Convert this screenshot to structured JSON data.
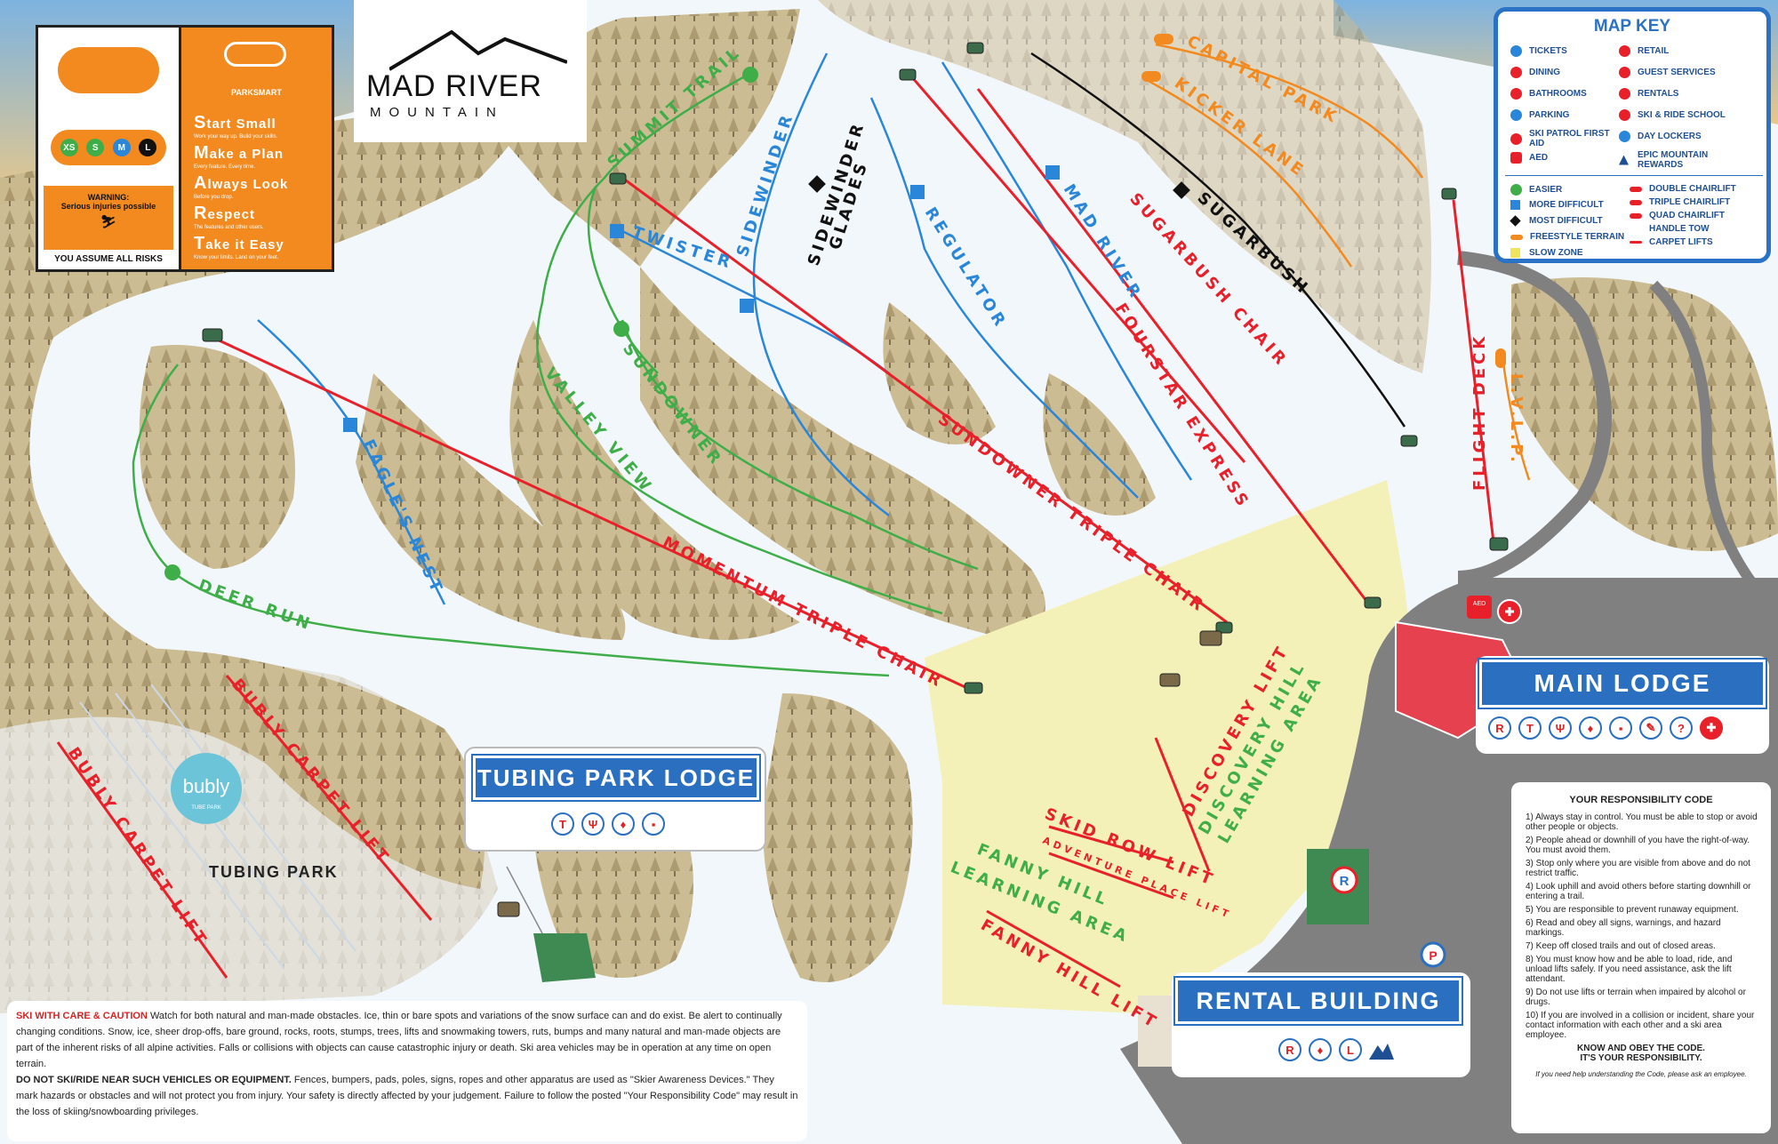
{
  "brand": {
    "name": "MAD RIVER",
    "sub": "MOUNTAIN"
  },
  "park_smart": {
    "badge": "PARKSMART",
    "sizes": [
      "XS",
      "S",
      "M",
      "L"
    ],
    "warning_title": "WARNING:",
    "warning_text": "Serious injuries possible",
    "assume": "YOU ASSUME ALL RISKS",
    "steps": [
      {
        "head": "S",
        "rest": "tart Small",
        "sub": "Work your way up. Build your skills."
      },
      {
        "head": "M",
        "rest": "ake a Plan",
        "sub": "Every feature. Every time."
      },
      {
        "head": "A",
        "rest": "lways Look",
        "sub": "Before you drop."
      },
      {
        "head": "R",
        "rest": "espect",
        "sub": "The features and other users."
      },
      {
        "head": "T",
        "rest": "ake it Easy",
        "sub": "Know your limits. Land on your feet."
      }
    ]
  },
  "map_key": {
    "title": "MAP KEY",
    "amenities_left": [
      "TICKETS",
      "DINING",
      "BATHROOMS",
      "PARKING",
      "SKI PATROL FIRST AID",
      "AED"
    ],
    "amenities_right": [
      "RETAIL",
      "GUEST SERVICES",
      "RENTALS",
      "SKI & RIDE SCHOOL",
      "DAY LOCKERS",
      "EPIC MOUNTAIN REWARDS"
    ],
    "difficulty": [
      "EASIER",
      "MORE DIFFICULT",
      "MOST DIFFICULT",
      "FREESTYLE TERRAIN",
      "SLOW ZONE"
    ],
    "lifts": [
      "DOUBLE CHAIRLIFT",
      "TRIPLE CHAIRLIFT",
      "QUAD CHAIRLIFT",
      "HANDLE TOW",
      "CARPET LIFTS"
    ],
    "colors": {
      "easier": "#3fae49",
      "more": "#2a86d8",
      "most": "#111111",
      "freestyle": "#f28a1f",
      "slow": "#f0e45a",
      "lift": "#e8202a"
    }
  },
  "trails": {
    "summit_trail": "SUMMIT TRAIL",
    "twister": "TWISTER",
    "sidewinder": "SIDEWINDER",
    "sidewinder_glades_1": "SIDEWINDER",
    "sidewinder_glades_2": "GLADES",
    "regulator": "REGULATOR",
    "mad_river": "MAD RIVER",
    "sugarbush": "SUGARBUSH",
    "capital_park": "CAPITAL PARK",
    "kicker_lane": "KICKER LANE",
    "lvlp": "L.V.L.P.",
    "eagles_nest": "EAGLE'S NEST",
    "valley_view": "VALLEY VIEW",
    "sundowner": "SUNDOWNER",
    "deer_run": "DEER RUN"
  },
  "lifts": {
    "sugarbush_chair": "SUGARBUSH CHAIR",
    "fourstar": "FOURSTAR EXPRESS",
    "sundowner_triple": "SUNDOWNER TRIPLE CHAIR",
    "momentum": "MOMENTUM TRIPLE CHAIR",
    "flight_deck": "FLIGHT DECK",
    "discovery": "DISCOVERY LIFT",
    "skid_row": "SKID ROW LIFT",
    "adventure": "ADVENTURE PLACE LIFT",
    "fanny_hill": "FANNY HILL LIFT",
    "bubly_1": "BUBLY CARPET LIFT",
    "bubly_2": "BUBLY CARPET LIFT"
  },
  "areas": {
    "discovery_1": "DISCOVERY HILL",
    "discovery_2": "LEARNING AREA",
    "fanny_1": "FANNY HILL",
    "fanny_2": "LEARNING AREA",
    "tubing_park": "TUBING PARK",
    "bubly_logo": "bubly",
    "bubly_sub": "TUBE PARK"
  },
  "lodges": {
    "main": "MAIN LODGE",
    "tubing": "TUBING PARK LODGE",
    "rental": "RENTAL BUILDING",
    "main_amen": [
      "R",
      "T",
      "Ψ",
      "♦",
      "▪",
      "✎",
      "?",
      "✚"
    ],
    "tubing_amen": [
      "T",
      "Ψ",
      "♦",
      "▪"
    ],
    "rental_amen": [
      "R",
      "♦",
      "L"
    ],
    "rental_bldg": "R",
    "parking": "P",
    "aed": "AED"
  },
  "responsibility": {
    "title": "YOUR RESPONSIBILITY CODE",
    "items": [
      "1) Always stay in control. You must be able to stop or avoid other people or objects.",
      "2) People ahead or downhill of you have the right-of-way. You must avoid them.",
      "3) Stop only where you are visible from above and do not restrict traffic.",
      "4) Look uphill and avoid others before starting downhill or entering a trail.",
      "5) You are responsible to prevent runaway equipment.",
      "6) Read and obey all signs, warnings, and hazard markings.",
      "7) Keep off closed trails and out of closed areas.",
      "8) You must know how and be able to load, ride, and unload lifts safely. If you need assistance, ask the lift attendant.",
      "9) Do not use lifts or terrain when impaired by alcohol or drugs.",
      "10) If you are involved in a collision or incident, share your contact information with each other and a ski area employee."
    ],
    "footer_1": "KNOW AND OBEY THE CODE.",
    "footer_2": "IT'S YOUR RESPONSIBILITY.",
    "help": "If you need help understanding the Code, please ask an employee."
  },
  "caution": {
    "head": "SKI WITH CARE & CAUTION",
    "p1": " Watch for both natural and man-made obstacles. Ice, thin or bare spots and variations of the snow surface can and do exist. Be alert to continually changing conditions. Snow, ice, sheer drop-offs, bare ground, rocks, roots, stumps, trees, lifts and snowmaking towers, ruts, bumps and many natural and man-made objects are part of the inherent risks of all alpine activities. Falls or collisions with objects can cause catastrophic injury or death. Ski area vehicles may be in operation at any time on open terrain.",
    "head2": "DO NOT SKI/RIDE NEAR SUCH VEHICLES OR EQUIPMENT.",
    "p2": " Fences, bumpers, pads, poles, signs, ropes and other apparatus are used as \"Skier Awareness Devices.\" They mark hazards or obstacles and will not protect you from injury. Your safety is directly affected by your judgement. Failure to follow the posted \"Your Responsibility Code\" may result in the loss of skiing/snowboarding privileges."
  }
}
